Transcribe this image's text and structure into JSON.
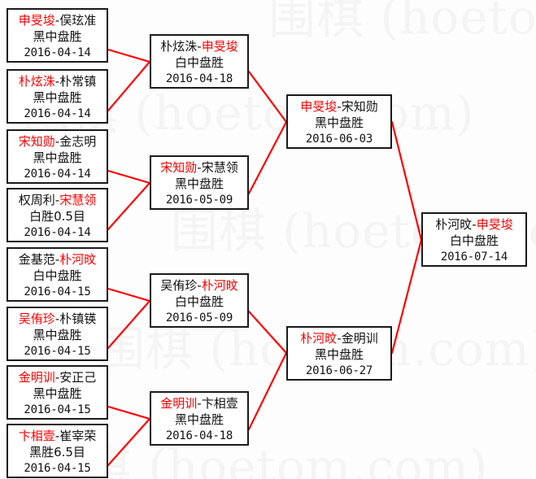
{
  "page": {
    "title": "Go tournament bracket",
    "background_color": "#fdfdfd",
    "line_color": "#ff0000",
    "border_color": "#1a1a1a",
    "winner_color": "#ff0000",
    "text_color": "#111111"
  },
  "watermarks": [
    {
      "text": "围棋 (hoetom.com)"
    },
    {
      "text": "围棋 (hoetom.com)"
    },
    {
      "text": "围棋 (hoetom.com)"
    },
    {
      "text": "围棋 (hoetom.com)"
    },
    {
      "text": "围棋 (hoetom.com)"
    }
  ],
  "rounds": [
    {
      "name": "round-1",
      "matches": [
        {
          "id": "r1m1",
          "left": "申旻埈",
          "sep": "-",
          "right": "俣玹准",
          "left_won": true,
          "result": "黑中盘胜",
          "date": "2016-04-14"
        },
        {
          "id": "r1m2",
          "left": "朴炫洙",
          "sep": "-",
          "right": "朴常镇",
          "left_won": true,
          "result": "黑中盘胜",
          "date": "2016-04-14"
        },
        {
          "id": "r1m3",
          "left": "宋知勋",
          "sep": "-",
          "right": "金志明",
          "left_won": true,
          "result": "黑中盘胜",
          "date": "2016-04-14"
        },
        {
          "id": "r1m4",
          "left": "权周利",
          "sep": "-",
          "right": "宋慧领",
          "left_won": false,
          "result": "白胜0.5目",
          "date": "2016-04-14"
        },
        {
          "id": "r1m5",
          "left": "金基范",
          "sep": "-",
          "right": "朴河旼",
          "left_won": false,
          "result": "白中盘胜",
          "date": "2016-04-15"
        },
        {
          "id": "r1m6",
          "left": "吴侑珍",
          "sep": "-",
          "right": "朴镇锳",
          "left_won": true,
          "result": "黑中盘胜",
          "date": "2016-04-15"
        },
        {
          "id": "r1m7",
          "left": "金明训",
          "sep": "-",
          "right": "安正己",
          "left_won": true,
          "result": "黑中盘胜",
          "date": "2016-04-15"
        },
        {
          "id": "r1m8",
          "left": "卞相壹",
          "sep": "-",
          "right": "崔宰荣",
          "left_won": true,
          "result": "黑胜6.5目",
          "date": "2016-04-15"
        }
      ]
    },
    {
      "name": "round-2",
      "matches": [
        {
          "id": "r2m1",
          "left": "朴炫洙",
          "sep": "-",
          "right": "申旻埈",
          "left_won": false,
          "result": "白中盘胜",
          "date": "2016-04-18"
        },
        {
          "id": "r2m2",
          "left": "宋知勋",
          "sep": "-",
          "right": "宋慧领",
          "left_won": true,
          "result": "黑中盘胜",
          "date": "2016-05-09"
        },
        {
          "id": "r2m3",
          "left": "吴侑珍",
          "sep": "-",
          "right": "朴河旼",
          "left_won": false,
          "result": "白中盘胜",
          "date": "2016-05-09"
        },
        {
          "id": "r2m4",
          "left": "金明训",
          "sep": "-",
          "right": "卞相壹",
          "left_won": true,
          "result": "黑中盘胜",
          "date": "2016-04-18"
        }
      ]
    },
    {
      "name": "round-3",
      "matches": [
        {
          "id": "r3m1",
          "left": "申旻埈",
          "sep": "-",
          "right": "宋知勋",
          "left_won": true,
          "result": "黑中盘胜",
          "date": "2016-06-03"
        },
        {
          "id": "r3m2",
          "left": "朴河旼",
          "sep": "-",
          "right": "金明训",
          "left_won": true,
          "result": "黑中盘胜",
          "date": "2016-06-27"
        }
      ]
    },
    {
      "name": "final",
      "matches": [
        {
          "id": "r4m1",
          "left": "朴河旼",
          "sep": "-",
          "right": "申旻埈",
          "left_won": false,
          "result": "白中盘胜",
          "date": "2016-07-14"
        }
      ]
    }
  ]
}
